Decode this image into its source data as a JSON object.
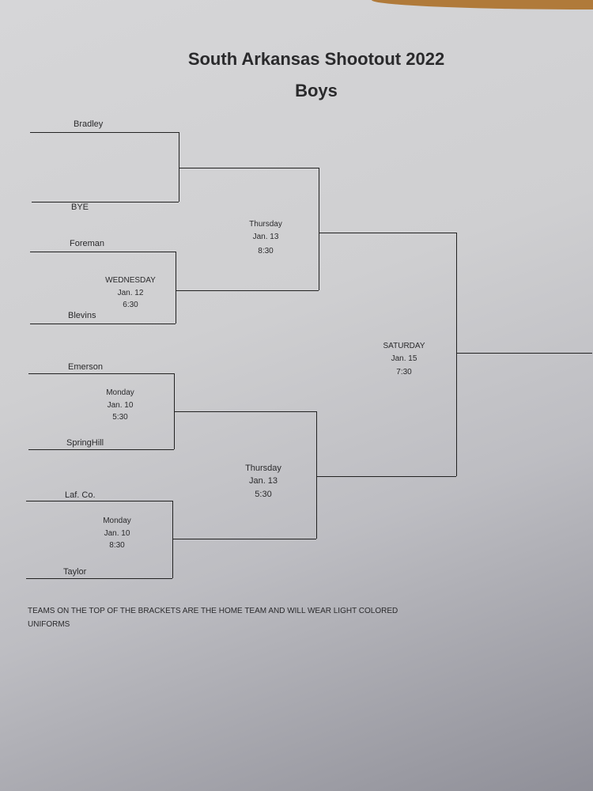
{
  "title": "South Arkansas Shootout 2022",
  "subtitle": "Boys",
  "teams": {
    "bradley": "Bradley",
    "bye": "BYE",
    "foreman": "Foreman",
    "blevins": "Blevins",
    "emerson": "Emerson",
    "springhill": "SpringHill",
    "lafco": "Laf. Co.",
    "taylor": "Taylor"
  },
  "games": {
    "wed": {
      "day": "WEDNESDAY",
      "date": "Jan. 12",
      "time": "6:30"
    },
    "thu1": {
      "day": "Thursday",
      "date": "Jan. 13",
      "time": "8:30"
    },
    "mon1": {
      "day": "Monday",
      "date": "Jan. 10",
      "time": "5:30"
    },
    "mon2": {
      "day": "Monday",
      "date": "Jan. 10",
      "time": "8:30"
    },
    "thu2": {
      "day": "Thursday",
      "date": "Jan. 13",
      "time": "5:30"
    },
    "sat": {
      "day": "SATURDAY",
      "date": "Jan. 15",
      "time": "7:30"
    }
  },
  "note": "TEAMS ON THE TOP OF THE BRACKETS ARE THE HOME TEAM AND WILL WEAR LIGHT COLORED UNIFORMS"
}
